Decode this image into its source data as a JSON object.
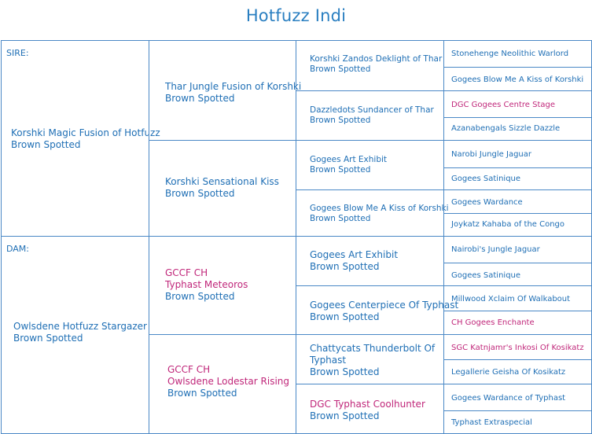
{
  "title": "Hotfuzz Indi",
  "sire_label": "SIRE:",
  "dam_label": "DAM:",
  "sire": {
    "title": "",
    "name": "Korshki Magic Fusion of Hotfuzz",
    "color": "Brown Spotted"
  },
  "dam": {
    "title": "",
    "name": "Owlsdene Hotfuzz Stargazer",
    "color": "Brown Spotted"
  },
  "gen2": [
    {
      "title": "",
      "name": "Thar Jungle Fusion of Korshki",
      "color": "Brown Spotted"
    },
    {
      "title": "",
      "name": "Korshki Sensational Kiss",
      "color": "Brown Spotted"
    },
    {
      "title": "GCCF CH",
      "name": "Typhast Meteoros",
      "color": "Brown Spotted"
    },
    {
      "title": "GCCF CH",
      "name": "Owlsdene Lodestar Rising",
      "color": "Brown Spotted"
    }
  ],
  "gen3": [
    {
      "name": "Korshki Zandos Deklight of Thar",
      "color": "Brown Spotted"
    },
    {
      "name": "Dazzledots Sundancer of Thar",
      "color": "Brown Spotted"
    },
    {
      "name": "Gogees Art Exhibit",
      "color": "Brown Spotted"
    },
    {
      "name": "Gogees Blow Me A Kiss of Korshki",
      "color": "Brown Spotted"
    },
    {
      "name": "Gogees Art Exhibit",
      "color": "Brown Spotted"
    },
    {
      "name": "Gogees Centerpiece Of Typhast",
      "color": "Brown Spotted"
    },
    {
      "name": "Chattycats Thunderbolt Of Typhast",
      "color": "Brown Spotted"
    },
    {
      "name": "DGC Typhast Coolhunter",
      "color": "Brown Spotted"
    }
  ],
  "gen4": [
    "Stonehenge Neolithic Warlord",
    "Gogees Blow Me A Kiss of Korshki",
    "DGC Gogees Centre Stage",
    "Azanabengals Sizzle Dazzle",
    "Narobi Jungle Jaguar",
    "Gogees Satinique",
    "Gogees Wardance",
    "Joykatz Kahaba of the Congo",
    "Nairobi's Jungle Jaguar",
    "Gogees Satinique",
    "Millwood Xclaim Of Walkabout",
    "CH Gogees Enchante",
    "SGC Katnjamr's Inkosi Of Kosikatz",
    "Legallerie Geisha Of Kosikatz",
    "Gogees Wardance of Typhast",
    "Typhast Extraspecial"
  ],
  "colors": {
    "text": "#1f6fb5",
    "title_highlight": "#c0277a",
    "border": "#4a88c6",
    "heading": "#2a7fc1"
  }
}
